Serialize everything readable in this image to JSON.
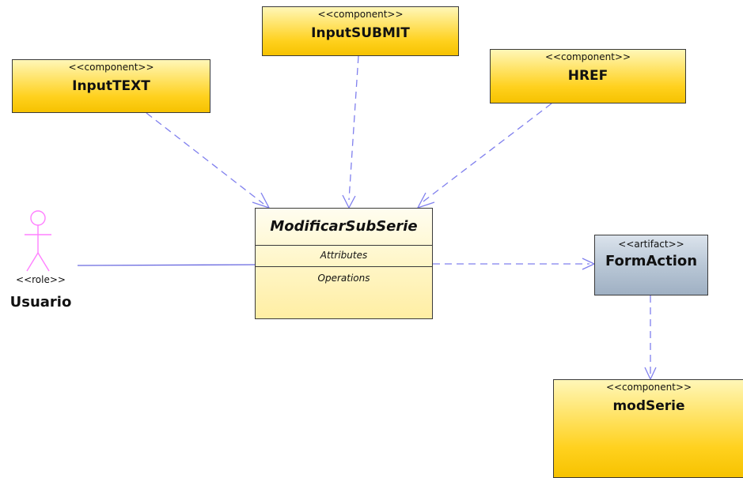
{
  "diagram": {
    "components": {
      "input_text": {
        "stereotype": "<<component>>",
        "name": "InputTEXT"
      },
      "input_submit": {
        "stereotype": "<<component>>",
        "name": "InputSUBMIT"
      },
      "href": {
        "stereotype": "<<component>>",
        "name": "HREF"
      },
      "mod_serie": {
        "stereotype": "<<component>>",
        "name": "modSerie"
      }
    },
    "class": {
      "name": "ModificarSubSerie",
      "attributes_label": "Attributes",
      "operations_label": "Operations"
    },
    "artifact": {
      "stereotype": "<<artifact>>",
      "name": "FormAction"
    },
    "actor": {
      "stereotype": "<<role>>",
      "name": "Usuario"
    },
    "colors": {
      "component_fill": "#ffd11e",
      "artifact_fill": "#b9c7d6",
      "class_fill": "#fff6c8",
      "connector": "#8080ee",
      "actor": "#ff80ff"
    }
  }
}
